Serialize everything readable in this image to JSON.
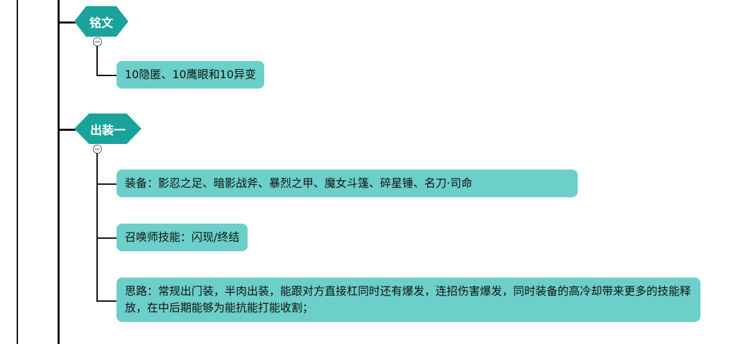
{
  "branches": [
    {
      "title": "铭文",
      "items": [
        "10隐匿、10鹰眼和10异变"
      ]
    },
    {
      "title": "出装一",
      "items": [
        "装备：影忍之足、暗影战斧、暴烈之甲、魔女斗篷、碎星锤、名刀·司命",
        "召唤师技能：闪现/终结",
        "思路：常规出门装，半肉出装，能跟对方直接杠同时还有爆发，连招伤害爆发，同时装备的高冷却带来更多的技能释放，在中后期能够为能抗能打能收割；"
      ]
    }
  ],
  "colors": {
    "topic": "#1aa39a",
    "leaf": "#6ccfc9",
    "line": "#111111"
  }
}
